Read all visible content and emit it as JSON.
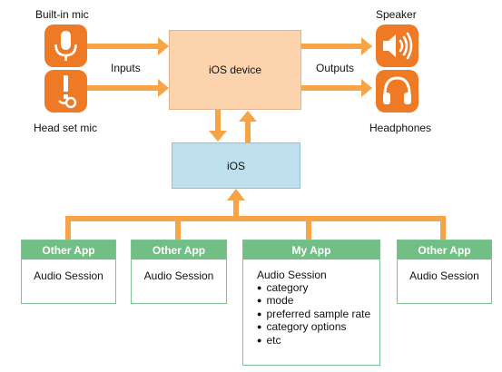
{
  "inputs": {
    "builtin_mic_label": "Built-in mic",
    "headset_mic_label": "Head set mic",
    "arrow_label": "Inputs"
  },
  "outputs": {
    "speaker_label": "Speaker",
    "headphones_label": "Headphones",
    "arrow_label": "Outputs"
  },
  "device": {
    "label": "iOS device"
  },
  "ios": {
    "label": "iOS"
  },
  "apps": [
    {
      "header": "Other App",
      "body": "Audio Session"
    },
    {
      "header": "Other App",
      "body": "Audio Session"
    },
    {
      "header": "My App",
      "body": "Audio Session",
      "items": [
        "category",
        "mode",
        "preferred sample rate",
        "category options",
        "etc"
      ]
    },
    {
      "header": "Other App",
      "body": "Audio Session"
    }
  ],
  "colors": {
    "icon_orange": "#ef7a25",
    "arrow_orange": "#f7a447",
    "device_fill": "#fbd3ad",
    "ios_fill": "#bde0ec",
    "app_header_green": "#71bf85"
  },
  "icons": [
    "microphone-icon",
    "headset-mic-icon",
    "speaker-icon",
    "headphones-icon"
  ]
}
